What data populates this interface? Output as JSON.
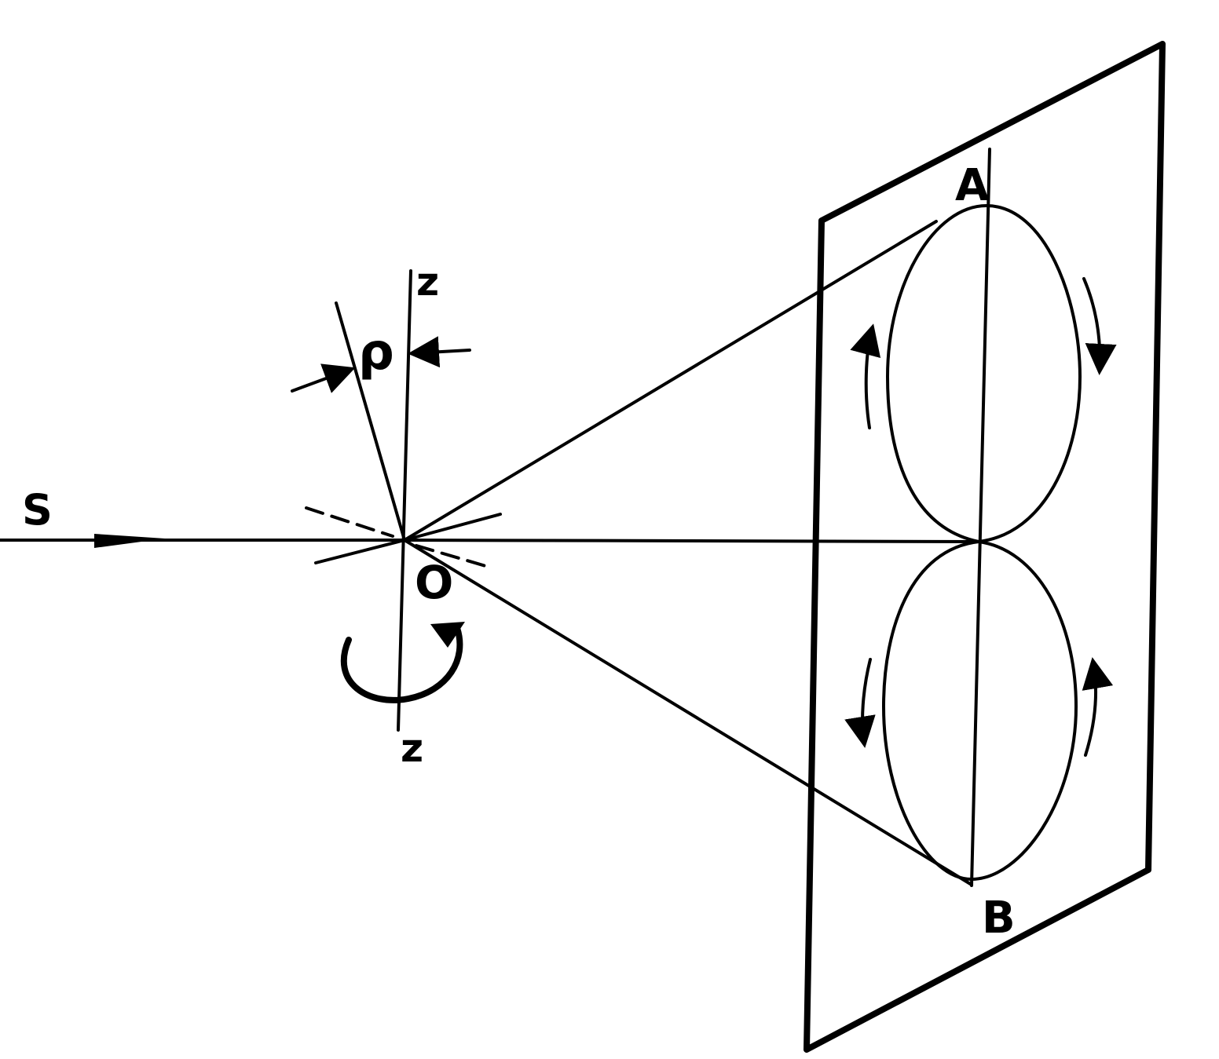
{
  "labels": {
    "source": "S",
    "origin": "O",
    "axis_top": "z",
    "axis_bottom": "z",
    "angle": "ρ",
    "point_top": "A",
    "point_bottom": "B"
  }
}
